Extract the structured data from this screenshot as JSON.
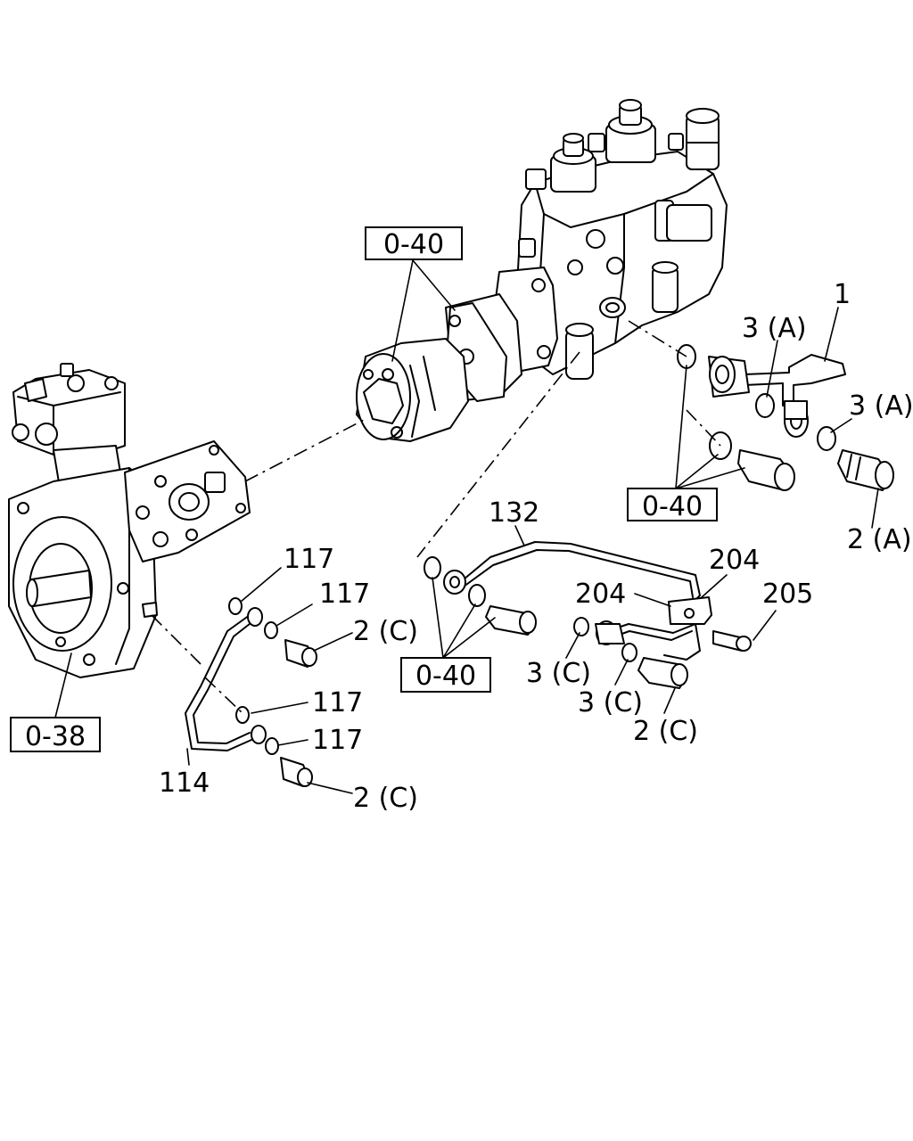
{
  "diagram": {
    "reference_boxes": [
      {
        "id": "ref-top",
        "text": "0-40"
      },
      {
        "id": "ref-right",
        "text": "0-40"
      },
      {
        "id": "ref-mid",
        "text": "0-40"
      },
      {
        "id": "ref-left",
        "text": "0-38"
      }
    ],
    "callouts": [
      {
        "id": "c-1",
        "text": "1"
      },
      {
        "id": "c-3a-1",
        "text": "3 (A)"
      },
      {
        "id": "c-3a-2",
        "text": "3 (A)"
      },
      {
        "id": "c-2a",
        "text": "2 (A)"
      },
      {
        "id": "c-132",
        "text": "132"
      },
      {
        "id": "c-204a",
        "text": "204"
      },
      {
        "id": "c-204b",
        "text": "204"
      },
      {
        "id": "c-205",
        "text": "205"
      },
      {
        "id": "c-3c-1",
        "text": "3 (C)"
      },
      {
        "id": "c-3c-2",
        "text": "3 (C)"
      },
      {
        "id": "c-2c-right",
        "text": "2 (C)"
      },
      {
        "id": "c-117-1",
        "text": "117"
      },
      {
        "id": "c-117-2",
        "text": "117"
      },
      {
        "id": "c-117-3",
        "text": "117"
      },
      {
        "id": "c-117-4",
        "text": "117"
      },
      {
        "id": "c-2c-1",
        "text": "2 (C)"
      },
      {
        "id": "c-2c-2",
        "text": "2 (C)"
      },
      {
        "id": "c-114",
        "text": "114"
      }
    ]
  }
}
